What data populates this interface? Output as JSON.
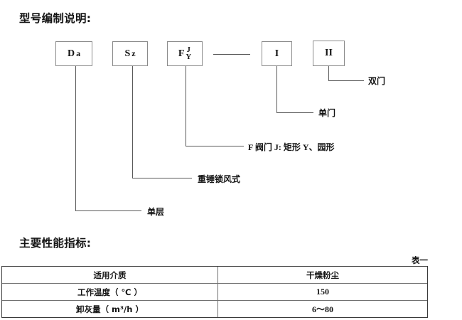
{
  "headings": {
    "model_coding": "型号编制说明:",
    "performance": "主要性能指标:"
  },
  "model_diagram": {
    "boxes": [
      {
        "id": "da",
        "label": "Da",
        "letter": "D",
        "sub": "a"
      },
      {
        "id": "sz",
        "label": "Sz",
        "letter": "S",
        "sub": "z"
      },
      {
        "id": "f",
        "label": "FJ/Y",
        "letter": "F",
        "numerator": "J",
        "denominator": "Y"
      },
      {
        "id": "i",
        "label": "I"
      },
      {
        "id": "ii",
        "label": "II"
      }
    ],
    "annotations": [
      {
        "id": "double-door",
        "text": "双门"
      },
      {
        "id": "single-door",
        "text": "单门"
      },
      {
        "id": "valve-type",
        "text": "F 阀门 J: 矩形  Y、园形"
      },
      {
        "id": "heavy-hammer",
        "text": "重锤锁风式"
      },
      {
        "id": "single-layer",
        "text": "单层"
      }
    ]
  },
  "table": {
    "caption": "表一",
    "rows": [
      {
        "label": "适用介质",
        "value": "干燥粉尘"
      },
      {
        "label": "工作温度（ ℃ ）",
        "value": "150"
      },
      {
        "label": "卸灰量（ m³/h ）",
        "value": "6～80"
      }
    ]
  },
  "colors": {
    "line": "#595959",
    "box_border": "#8a8a8a",
    "table_border": "#6f6f6f",
    "text": "#141414"
  }
}
